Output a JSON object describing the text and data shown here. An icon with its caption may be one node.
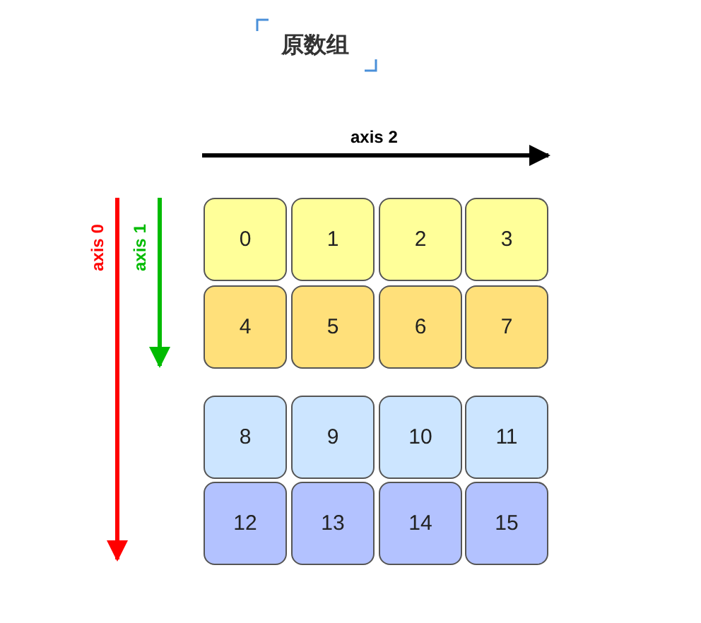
{
  "diagram": {
    "title": "原数组",
    "nodes": [
      {
        "text": [
          "0"
        ]
      },
      {
        "text": [
          "1"
        ]
      },
      {
        "text": [
          "2"
        ]
      },
      {
        "text": [
          "3"
        ]
      },
      {
        "text": [
          "4"
        ]
      },
      {
        "text": [
          "5"
        ]
      },
      {
        "text": [
          "6"
        ]
      },
      {
        "text": [
          "7"
        ]
      },
      {
        "text": [
          "8"
        ]
      },
      {
        "text": [
          "9"
        ]
      },
      {
        "text": [
          "10"
        ]
      },
      {
        "text": [
          "11"
        ]
      },
      {
        "text": [
          "12"
        ]
      },
      {
        "text": [
          "13"
        ]
      },
      {
        "text": [
          "14"
        ]
      },
      {
        "text": [
          "15"
        ]
      }
    ],
    "labels": [
      "axis 2",
      "axis 0",
      "axis 1"
    ]
  }
}
